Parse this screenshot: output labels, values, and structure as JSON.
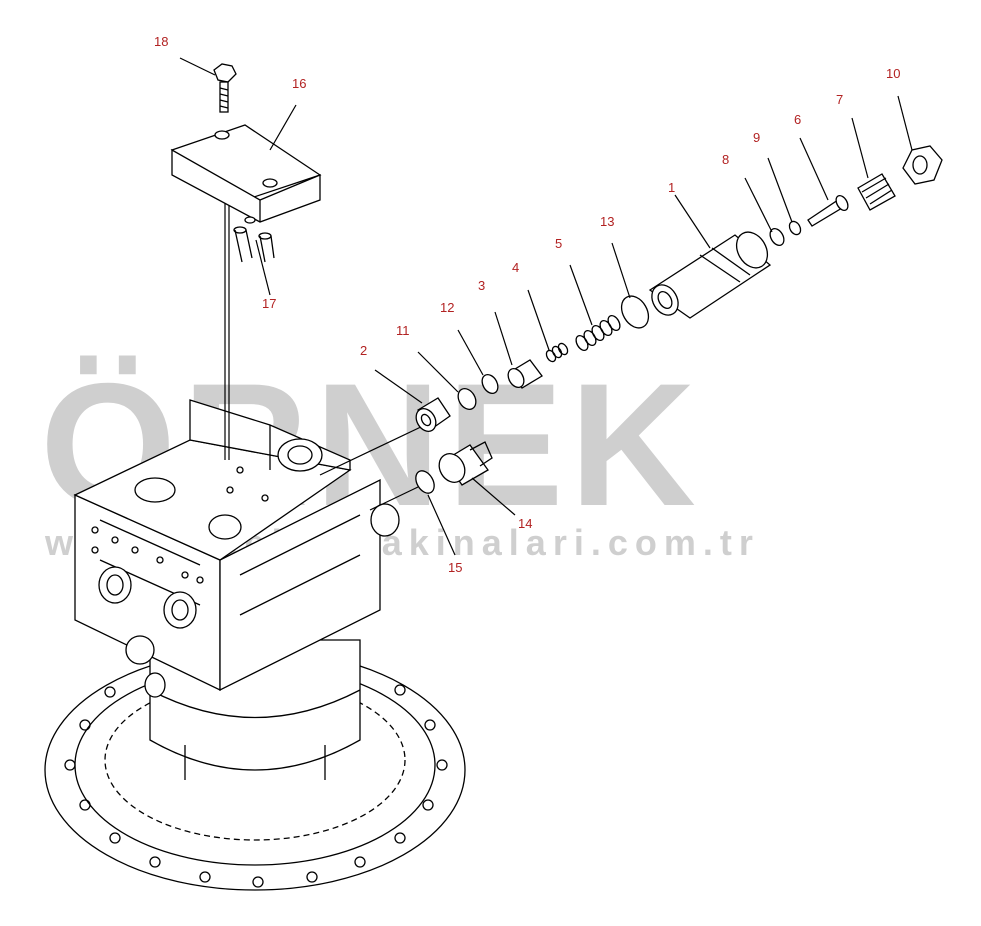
{
  "watermark": {
    "brand": "ÖRNEK",
    "url": "www.ornekismakinalari.com.tr",
    "accent_color": "#f0c23a",
    "text_color": "#cfcfcf"
  },
  "callout_color": "#b22222",
  "callouts": [
    {
      "id": "1",
      "label": "1"
    },
    {
      "id": "2",
      "label": "2"
    },
    {
      "id": "3",
      "label": "3"
    },
    {
      "id": "4",
      "label": "4"
    },
    {
      "id": "5",
      "label": "5"
    },
    {
      "id": "6",
      "label": "6"
    },
    {
      "id": "7",
      "label": "7"
    },
    {
      "id": "8",
      "label": "8"
    },
    {
      "id": "9",
      "label": "9"
    },
    {
      "id": "10",
      "label": "10"
    },
    {
      "id": "11",
      "label": "11"
    },
    {
      "id": "12",
      "label": "12"
    },
    {
      "id": "13",
      "label": "13"
    },
    {
      "id": "14",
      "label": "14"
    },
    {
      "id": "15",
      "label": "15"
    },
    {
      "id": "16",
      "label": "16"
    },
    {
      "id": "17",
      "label": "17"
    },
    {
      "id": "18",
      "label": "18"
    }
  ]
}
